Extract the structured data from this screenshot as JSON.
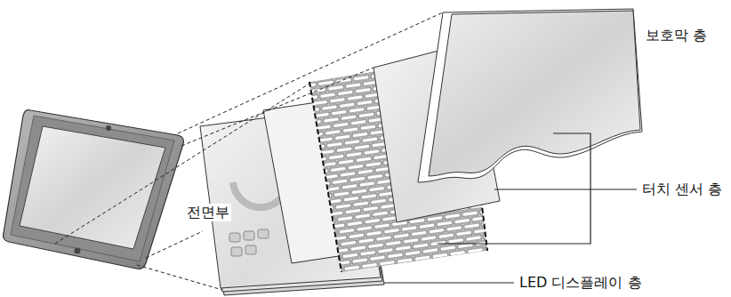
{
  "diagram": {
    "labels": [
      "보호막 층",
      "터치 센서 층",
      "전면부",
      "LED 디스플레이 층"
    ]
  }
}
